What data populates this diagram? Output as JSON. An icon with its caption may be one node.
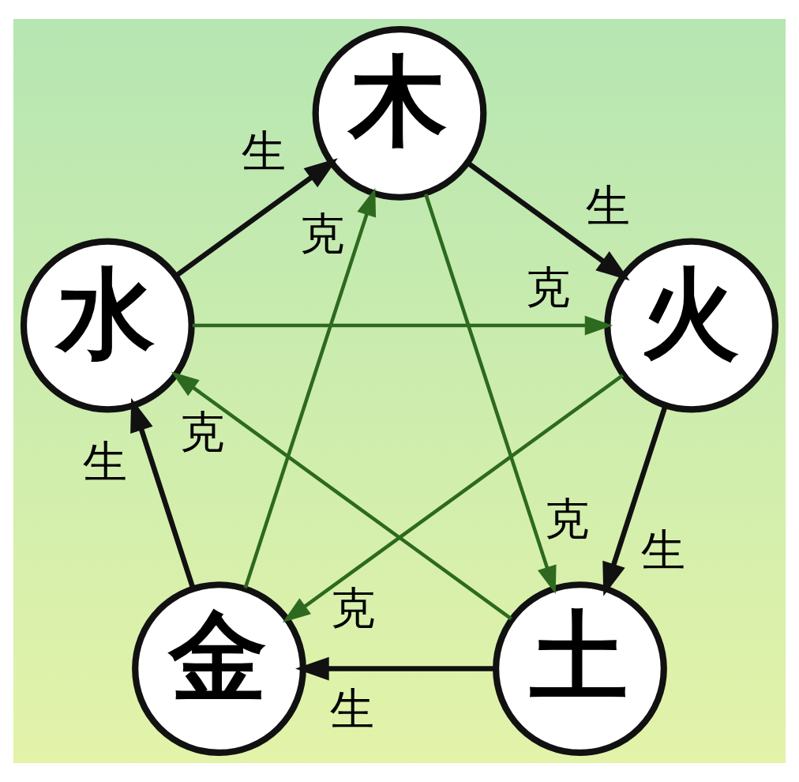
{
  "diagram": {
    "nodes": [
      {
        "text": [
          "木"
        ]
      },
      {
        "text": [
          "水"
        ]
      },
      {
        "text": [
          "火"
        ]
      },
      {
        "text": [
          "金"
        ]
      },
      {
        "text": [
          "土"
        ]
      }
    ],
    "edges": [
      {
        "from": 1,
        "to": 2,
        "arrow": "to",
        "label": "克",
        "color": "#2d6a1f"
      },
      {
        "from": 2,
        "to": 3,
        "arrow": "to",
        "label": "克",
        "color": "#2d6a1f"
      },
      {
        "from": 3,
        "to": 0,
        "arrow": "to",
        "label": "克",
        "color": "#2d6a1f"
      },
      {
        "from": 0,
        "to": 4,
        "arrow": "to",
        "label": "克",
        "color": "#2d6a1f"
      },
      {
        "from": 4,
        "to": 1,
        "arrow": "to",
        "label": "克",
        "color": "#2d6a1f"
      },
      {
        "from": 0,
        "to": 2,
        "arrow": "to",
        "label": "生"
      },
      {
        "from": 2,
        "to": 4,
        "arrow": "to",
        "label": "生"
      },
      {
        "from": 4,
        "to": 3,
        "arrow": "to",
        "label": "生"
      },
      {
        "from": 3,
        "to": 1,
        "arrow": "to",
        "label": "生"
      },
      {
        "from": 1,
        "to": 0,
        "arrow": "to",
        "label": "生"
      }
    ]
  }
}
